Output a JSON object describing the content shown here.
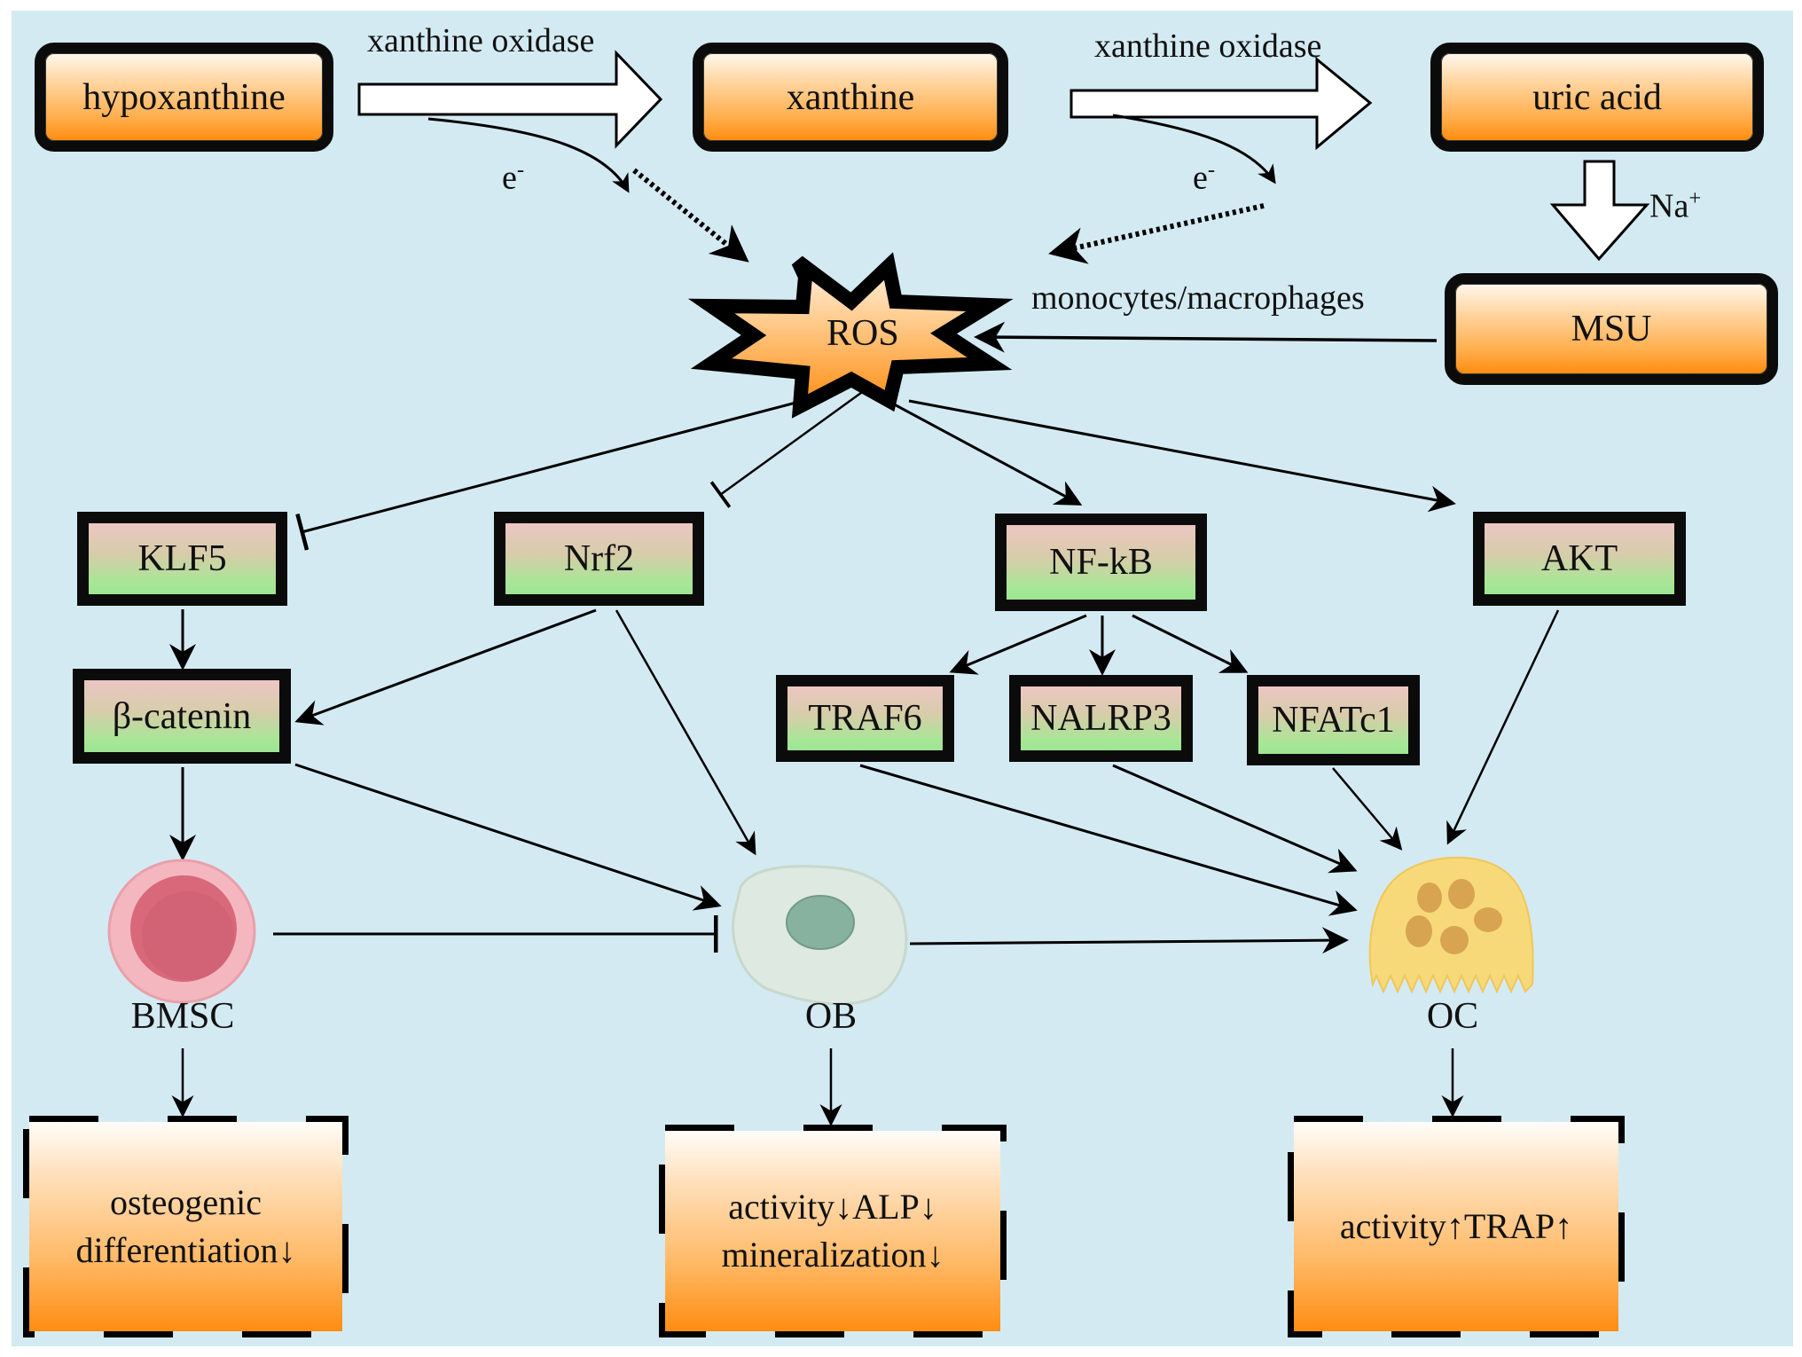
{
  "metabolites": {
    "hypoxanthine": "hypoxanthine",
    "xanthine": "xanthine",
    "uric_acid": "uric acid",
    "msu": "MSU"
  },
  "edge_labels": {
    "enzyme_1": "xanthine oxidase",
    "enzyme_2": "xanthine oxidase",
    "electron_1": "e",
    "electron_2": "e",
    "electron_sup": "-",
    "sodium": "Na",
    "sodium_sup": "+",
    "msu_to_ros": "monocytes/macrophages"
  },
  "ros": "ROS",
  "genes": {
    "klf5": "KLF5",
    "nrf2": "Nrf2",
    "nfkb": "NF-kB",
    "akt": "AKT",
    "beta_catenin": "β-catenin",
    "traf6": "TRAF6",
    "nalrp3": "NALRP3",
    "nfatc1": "NFATc1"
  },
  "cells": {
    "bmsc": "BMSC",
    "ob": "OB",
    "oc": "OC"
  },
  "outcomes": {
    "bmsc_line1": "osteogenic",
    "bmsc_line2": "differentiation↓",
    "ob_line1": "activity↓ALP↓",
    "ob_line2": "mineralization↓",
    "oc_line1": "activity↑TRAP↑"
  },
  "colors": {
    "background": "#d4eaf2",
    "metabolite_fill": "#ff8c0e",
    "gene_fill_top": "#ecc6c3",
    "gene_fill_bottom": "#9de592",
    "bmsc_cell": "#d9687a",
    "ob_cell": "#dfe9e2",
    "oc_cell": "#f7d87c"
  }
}
